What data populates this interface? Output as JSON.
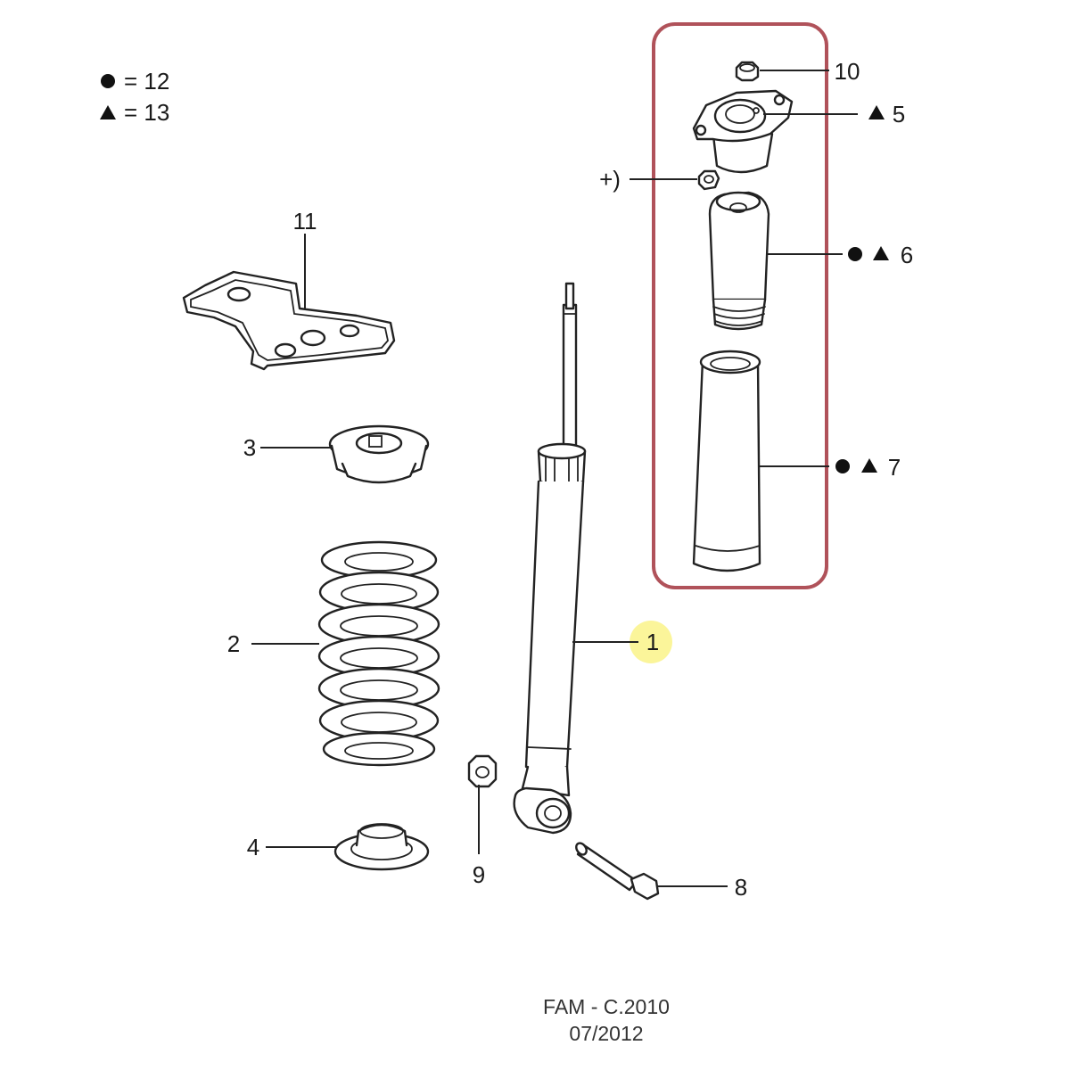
{
  "legend": {
    "circle_symbol": "●",
    "circle_value": "= 12",
    "triangle_symbol": "▲",
    "triangle_value": "= 13"
  },
  "callouts": {
    "p1": "1",
    "p2": "2",
    "p3": "3",
    "p4": "4",
    "p5": "5",
    "p6": "6",
    "p7": "7",
    "p8": "8",
    "p9": "9",
    "p10": "10",
    "p11": "11",
    "plus": "+)"
  },
  "footer": {
    "line1": "FAM - C.2010",
    "line2": "07/2012"
  },
  "colors": {
    "highlight_box": "#b0525a",
    "highlight_marker": "#fbf59a"
  }
}
